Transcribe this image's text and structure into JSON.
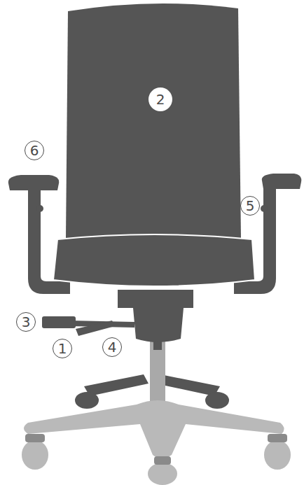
{
  "diagram": {
    "labels": [
      "2",
      "6",
      "5",
      "3",
      "1",
      "4"
    ]
  }
}
